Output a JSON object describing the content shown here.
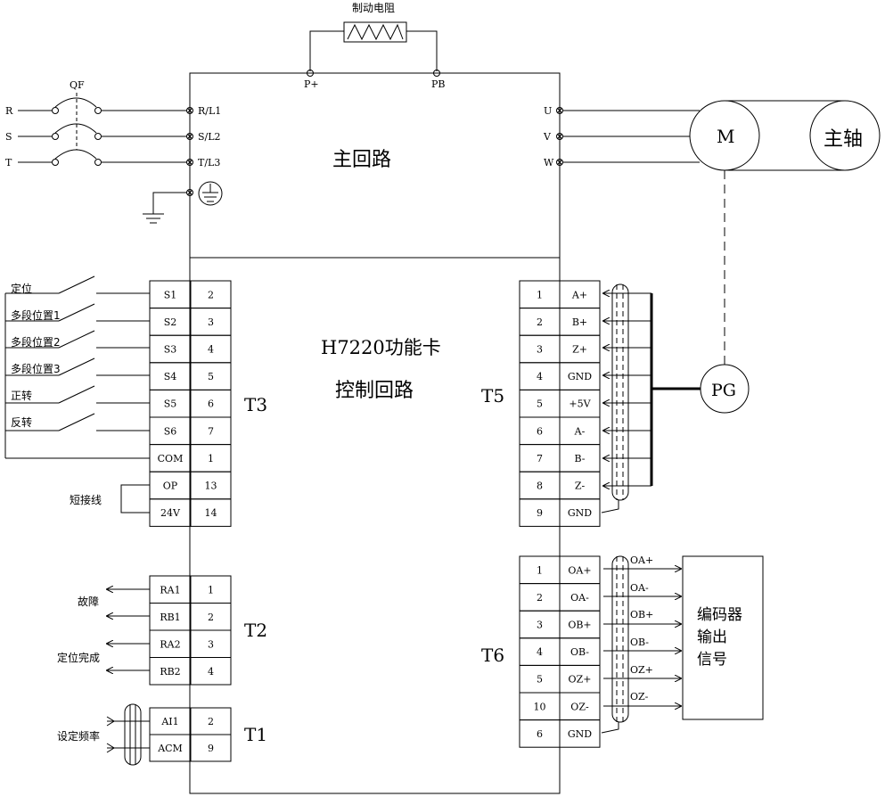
{
  "labels": {
    "brake_resistor": "制动电阻",
    "p_plus": "P+",
    "pb": "PB",
    "qf": "QF",
    "r": "R",
    "s": "S",
    "t": "T",
    "rl1": "R/L1",
    "sl2": "S/L2",
    "tl3": "T/L3",
    "main_circuit": "主回路",
    "u": "U",
    "v": "V",
    "w": "W",
    "motor": "M",
    "spindle": "主轴",
    "function_card": "H7220功能卡",
    "control_circuit": "控制回路",
    "pg": "PG",
    "t3": "T3",
    "t2": "T2",
    "t1": "T1",
    "t5": "T5",
    "t6": "T6",
    "jumper": "短接线",
    "fault": "故障",
    "positioning_done": "定位完成",
    "set_freq": "设定频率",
    "encoder_output_l1": "编码器",
    "encoder_output_l2": "输出",
    "encoder_output_l3": "信号"
  },
  "switch_labels": [
    "定位",
    "多段位置1",
    "多段位置2",
    "多段位置3",
    "正转",
    "反转"
  ],
  "t3_terminals": [
    {
      "name": "S1",
      "num": "2"
    },
    {
      "name": "S2",
      "num": "3"
    },
    {
      "name": "S3",
      "num": "4"
    },
    {
      "name": "S4",
      "num": "5"
    },
    {
      "name": "S5",
      "num": "6"
    },
    {
      "name": "S6",
      "num": "7"
    },
    {
      "name": "COM",
      "num": "1"
    },
    {
      "name": "OP",
      "num": "13"
    },
    {
      "name": "24V",
      "num": "14"
    }
  ],
  "t2_terminals": [
    {
      "name": "RA1",
      "num": "1"
    },
    {
      "name": "RB1",
      "num": "2"
    },
    {
      "name": "RA2",
      "num": "3"
    },
    {
      "name": "RB2",
      "num": "4"
    }
  ],
  "t1_terminals": [
    {
      "name": "AI1",
      "num": "2"
    },
    {
      "name": "ACM",
      "num": "9"
    }
  ],
  "t5_terminals": [
    {
      "num": "1",
      "name": "A+"
    },
    {
      "num": "2",
      "name": "B+"
    },
    {
      "num": "3",
      "name": "Z+"
    },
    {
      "num": "4",
      "name": "GND"
    },
    {
      "num": "5",
      "name": "+5V"
    },
    {
      "num": "6",
      "name": "A-"
    },
    {
      "num": "7",
      "name": "B-"
    },
    {
      "num": "8",
      "name": "Z-"
    },
    {
      "num": "9",
      "name": "GND"
    }
  ],
  "t6_terminals": [
    {
      "num": "1",
      "name": "OA+"
    },
    {
      "num": "2",
      "name": "OA-"
    },
    {
      "num": "3",
      "name": "OB+"
    },
    {
      "num": "4",
      "name": "OB-"
    },
    {
      "num": "5",
      "name": "OZ+"
    },
    {
      "num": "10",
      "name": "OZ-"
    },
    {
      "num": "6",
      "name": "GND"
    }
  ],
  "t6_wire_labels": [
    "OA+",
    "OA-",
    "OB+",
    "OB-",
    "OZ+",
    "OZ-"
  ]
}
